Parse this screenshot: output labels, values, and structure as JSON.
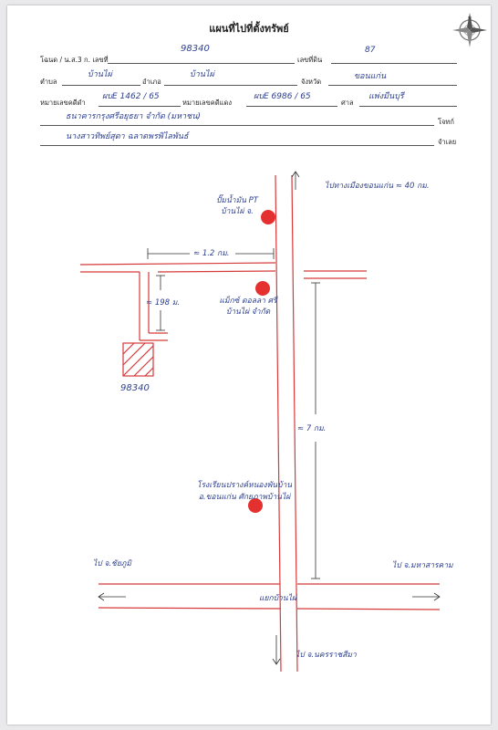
{
  "header": {
    "title": "แผนที่ไปที่ตั้งทรัพย์"
  },
  "form": {
    "row1": {
      "deed_type_label": "โฉนด / น.ส.3 ก. เลขที่",
      "deed_number": "98340",
      "land_no_label": "เลขที่ดิน",
      "land_no": "87"
    },
    "row2": {
      "tambon_label": "ตำบล",
      "tambon": "บ้านไผ่",
      "amphoe_label": "อำเภอ",
      "amphoe": "บ้านไผ่",
      "province_label": "จังหวัด",
      "province": "ขอนแก่น"
    },
    "row3": {
      "red_case_label": "หมายเลขคดีดำ",
      "red_case": "ผบE 1462 / 65",
      "black_case_label": "หมายเลขคดีแดง",
      "black_case": "ผบE 6986 / 65",
      "court_label": "ศาล",
      "court": "แพ่งมีนบุรี"
    },
    "row4": {
      "plaintiff": "ธนาคารกรุงศรีอยุธยา จำกัด (มหาชน)",
      "plaintiff_label": "โจทก์"
    },
    "row5": {
      "defendant": "นางสาวทิพย์สุดา ฉลาดพรพิไลพันธ์",
      "defendant_label": "จำเลย"
    }
  },
  "map": {
    "label_top_road": "ไปทางเมืองขอนแก่น ≈ 40 กม.",
    "label_station": "ปั๊มน้ำมัน PT บ้านไผ่ จ.",
    "label_distance_h": "≈ 1.2 กม.",
    "label_lane_dist": "≈ 198 ม.",
    "label_plot": "98340",
    "label_shop": "แม็กซ์ ดอลลา ศรีบ้านไผ่ จำกัด",
    "label_distance_v": "≈ 7 กม.",
    "label_school": "โรงเรียนปรางค์หนองพันบ้าน อ.ขอนแก่น ศักยภาพบ้านไผ่",
    "label_left_road": "ไป จ.ชัยภูมิ",
    "label_right_road": "ไป จ.มหาสารคาม",
    "label_junction": "แยกบ้านไผ่",
    "label_bottom_road": "ไป จ.นครราชสีมา",
    "road_color": "#d63a3a",
    "ink_color": "#2c3f8f"
  }
}
